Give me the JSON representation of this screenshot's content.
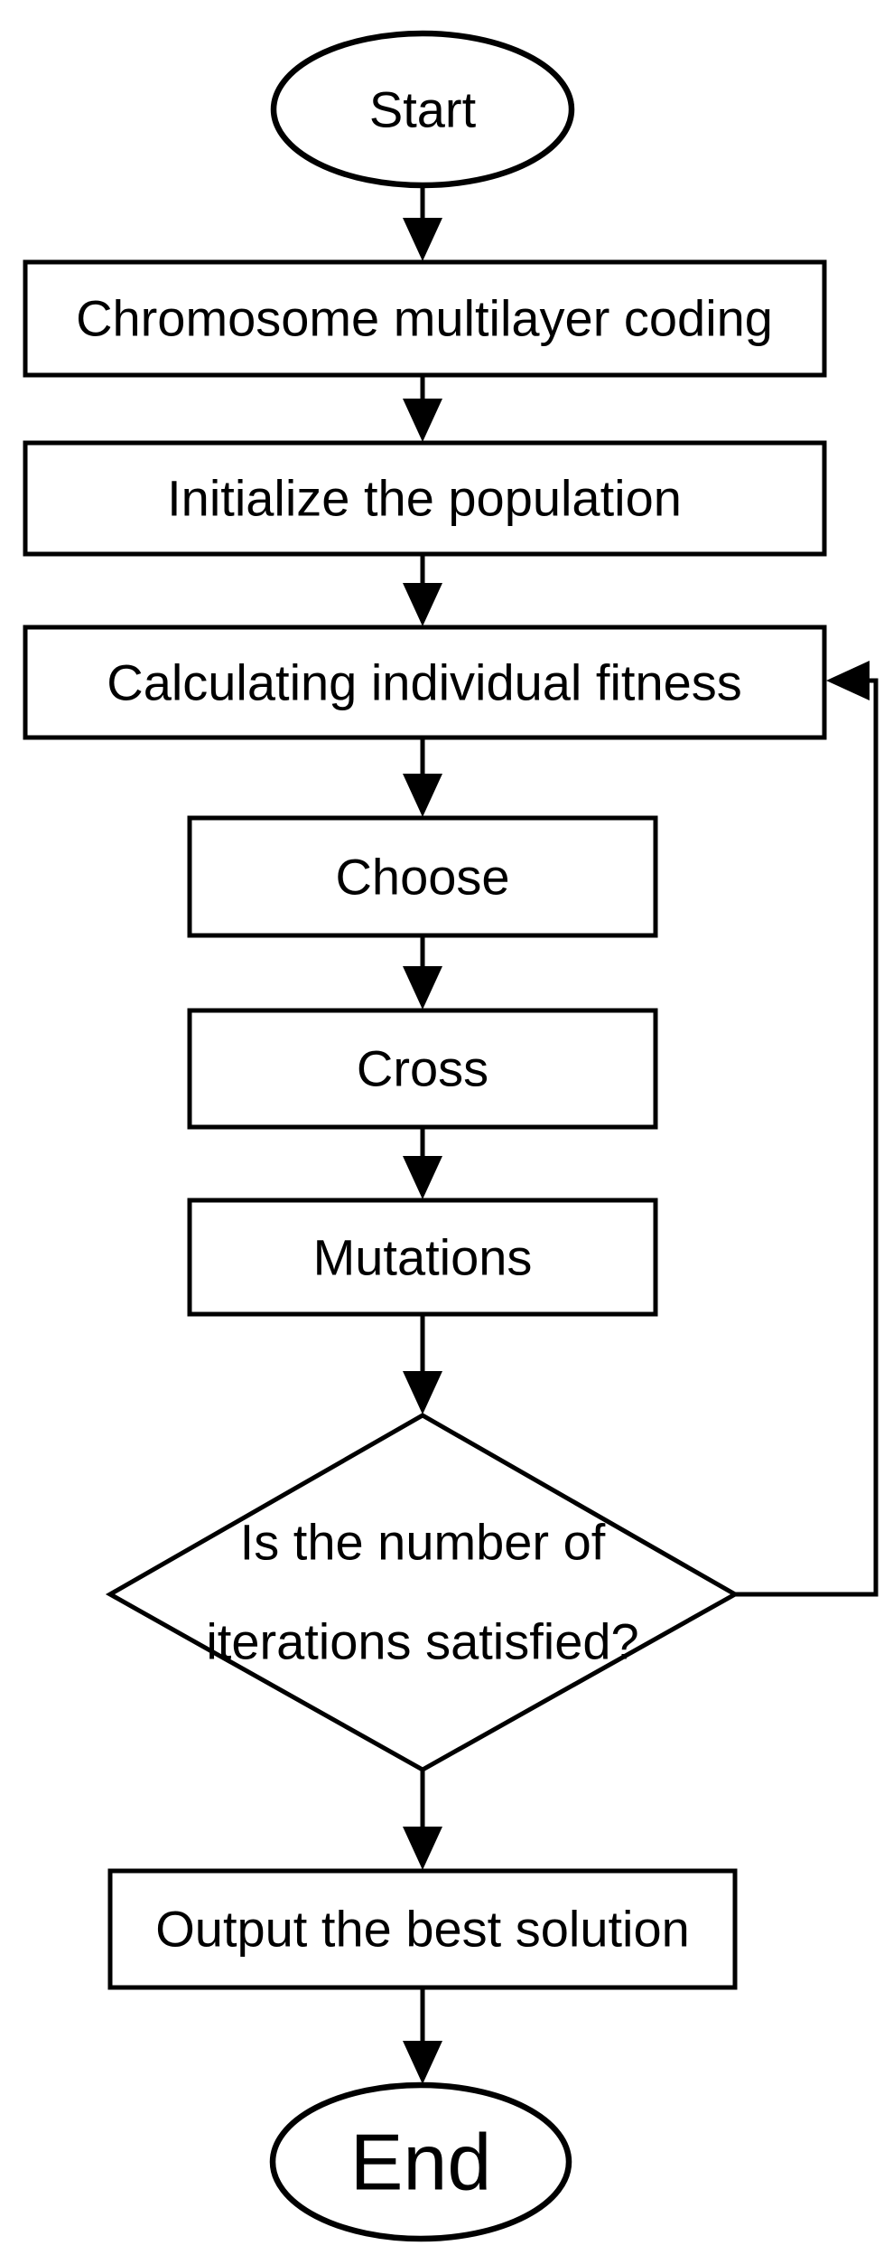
{
  "figure": {
    "type": "flowchart",
    "background_color": "#ffffff",
    "stroke_color": "#000000",
    "shape_fill_color": "#ffffff",
    "text_color": "#000000",
    "nodes": {
      "start": {
        "shape": "terminator",
        "label": "Start"
      },
      "coding": {
        "shape": "process",
        "label": "Chromosome multilayer coding"
      },
      "init": {
        "shape": "process",
        "label": "Initialize the population"
      },
      "fitness": {
        "shape": "process",
        "label": "Calculating individual fitness"
      },
      "choose": {
        "shape": "process",
        "label": "Choose"
      },
      "cross": {
        "shape": "process",
        "label": "Cross"
      },
      "mutations": {
        "shape": "process",
        "label": "Mutations"
      },
      "decision": {
        "shape": "decision",
        "line1": "Is the number of",
        "line2": "iterations satisfied?"
      },
      "output": {
        "shape": "process",
        "label": "Output the best solution"
      },
      "end": {
        "shape": "terminator",
        "label": "End"
      }
    },
    "edges": [
      {
        "from": "start",
        "to": "coding"
      },
      {
        "from": "coding",
        "to": "init"
      },
      {
        "from": "init",
        "to": "fitness"
      },
      {
        "from": "fitness",
        "to": "choose"
      },
      {
        "from": "choose",
        "to": "cross"
      },
      {
        "from": "cross",
        "to": "mutations"
      },
      {
        "from": "mutations",
        "to": "decision"
      },
      {
        "from": "decision",
        "to": "output"
      },
      {
        "from": "output",
        "to": "end"
      },
      {
        "from": "decision",
        "to": "fitness",
        "kind": "feedback-loop-right-side"
      }
    ]
  }
}
